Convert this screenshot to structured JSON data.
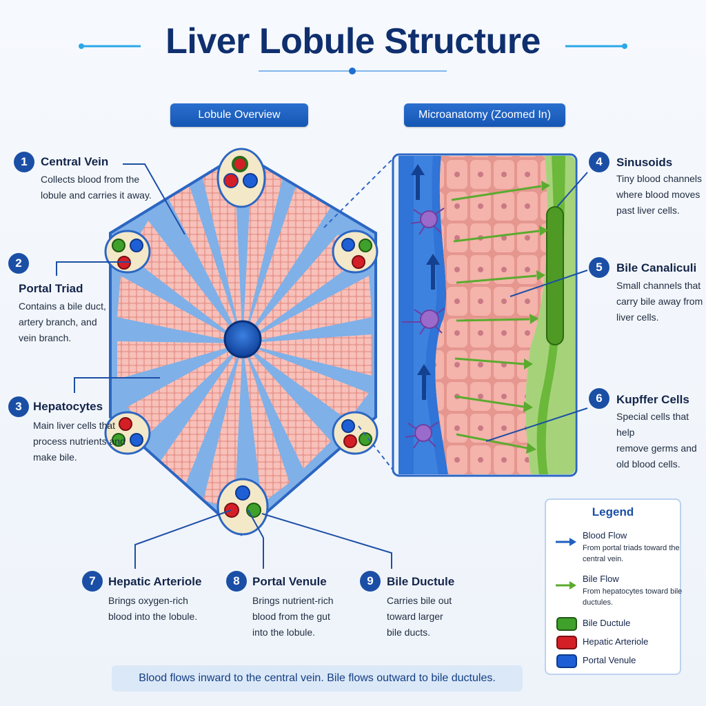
{
  "title": "Liver Lobule Structure",
  "panels": {
    "overview": "Lobule Overview",
    "micro": "Microanatomy (Zoomed In)"
  },
  "labels": [
    {
      "num": "1",
      "title": "Central Vein",
      "desc": [
        "Collects blood from the",
        "lobule and carries it away."
      ]
    },
    {
      "num": "2",
      "title": "Portal Triad",
      "desc": [
        "Contains a bile duct,",
        "artery branch, and",
        "vein branch."
      ]
    },
    {
      "num": "3",
      "title": "Hepatocytes",
      "desc": [
        "Main liver cells that",
        "process nutrients and",
        "make bile."
      ]
    },
    {
      "num": "4",
      "title": "Sinusoids",
      "desc": [
        "Tiny blood channels",
        "where blood moves",
        "past liver cells."
      ]
    },
    {
      "num": "5",
      "title": "Bile Canaliculi",
      "desc": [
        "Small channels that",
        "carry bile away from",
        "liver cells."
      ]
    },
    {
      "num": "6",
      "title": "Kupffer Cells",
      "desc": [
        "Special cells that help",
        "remove germs and",
        "old blood cells."
      ]
    },
    {
      "num": "7",
      "title": "Hepatic Arteriole",
      "desc": [
        "Brings oxygen-rich",
        "blood into the lobule."
      ]
    },
    {
      "num": "8",
      "title": "Portal Venule",
      "desc": [
        "Brings nutrient-rich",
        "blood from the gut",
        "into the lobule."
      ]
    },
    {
      "num": "9",
      "title": "Bile Ductule",
      "desc": [
        "Carries bile out",
        "toward larger",
        "bile ducts."
      ]
    }
  ],
  "legend": {
    "title": "Legend",
    "blood_flow": {
      "name": "Blood Flow",
      "desc": "From portal triads toward the central vein."
    },
    "bile_flow": {
      "name": "Bile Flow",
      "desc": "From hepatocytes toward bile ductules."
    },
    "items": [
      "Bile Ductule",
      "Hepatic Arteriole",
      "Portal Venule"
    ]
  },
  "colors": {
    "blood": "#1f5fbf",
    "bile": "#5aab2e",
    "artery": "#d41f26",
    "portal": "#1f5fd6",
    "hepatocyte": "#f4b7b0",
    "kupffer": "#9b6bcc"
  },
  "footer": "Blood flows inward to the central vein. Bile flows outward to bile ductules."
}
